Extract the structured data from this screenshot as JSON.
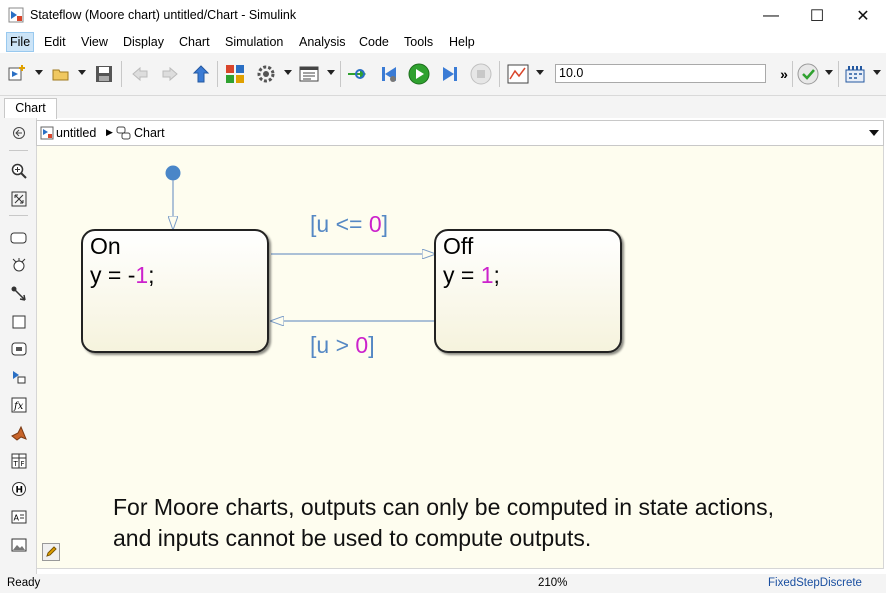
{
  "window": {
    "title": "Stateflow (Moore chart) untitled/Chart - Simulink",
    "minimize": "—",
    "maximize": "☐",
    "close": "✕"
  },
  "menu": [
    "File",
    "Edit",
    "View",
    "Display",
    "Chart",
    "Simulation",
    "Analysis",
    "Code",
    "Tools",
    "Help"
  ],
  "toolbar": {
    "stop_time": "10.0",
    "more": "»",
    "icons": [
      "new-model-icon",
      "open-folder-icon",
      "save-icon",
      "back-arrow-icon",
      "forward-arrow-icon",
      "up-arrow-icon",
      "library-browser-icon",
      "model-settings-gear-icon",
      "model-explorer-icon",
      "update-icon",
      "step-back-icon",
      "run-icon",
      "step-forward-icon",
      "stop-icon",
      "scope-icon",
      "check-icon",
      "build-icon"
    ]
  },
  "tabs": [
    "Chart"
  ],
  "breadcrumb": {
    "model": "untitled",
    "chart": "Chart",
    "separator": "▶"
  },
  "chart": {
    "states": [
      {
        "name": "On",
        "action_prefix": "y = -",
        "action_value": "1",
        "action_suffix": ";"
      },
      {
        "name": "Off",
        "action_prefix": "y = ",
        "action_value": "1",
        "action_suffix": ";"
      }
    ],
    "transitions": [
      {
        "prefix": "[u <= ",
        "value": "0",
        "suffix": "]"
      },
      {
        "prefix": "[u > ",
        "value": "0",
        "suffix": "]"
      }
    ],
    "note_lines": [
      "For Moore charts, outputs can only be computed in state actions,",
      "and inputs cannot be used to compute outputs."
    ]
  },
  "colors": {
    "canvas_bg": "#fefdef",
    "transition_line": "#7a9cc7",
    "condition_text": "#5588c4",
    "number_literal": "#cc22cc",
    "default_transition_dot": "#4a86c8",
    "toolbar_bg": "#f4f4f4",
    "run_green": "#2fa12f"
  },
  "status": {
    "left": "Ready",
    "zoom": "210%",
    "solver": "FixedStepDiscrete"
  }
}
